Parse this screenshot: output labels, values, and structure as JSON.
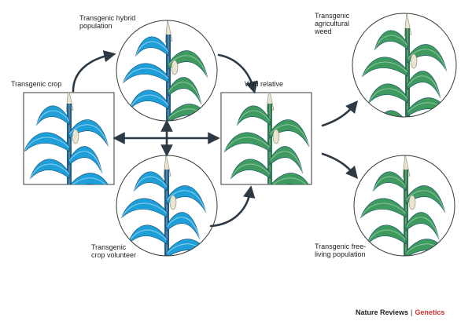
{
  "labels": {
    "transgenic_crop": "Transgenic crop",
    "hybrid_population": "Transgenic hybrid\npopulation",
    "crop_volunteer": "Transgenic\ncrop volunteer",
    "wild_relative": "Wild relative",
    "agricultural_weed": "Transgenic\nagricultural\nweed",
    "free_living_population": "Transgenic free-\nliving population"
  },
  "credit": {
    "journal": "Nature Reviews",
    "separator": "|",
    "section": "Genetics"
  },
  "colors": {
    "transgenic": "#1e9fd8",
    "transgenic_light": "#8fd0ee",
    "wild": "#3e9a5e",
    "wild_light": "#8cc59a",
    "stem_dark": "#1f5f8e",
    "tassel": "#e9e4d0",
    "arrow": "#2d3944",
    "credit_red": "#d5312e"
  }
}
